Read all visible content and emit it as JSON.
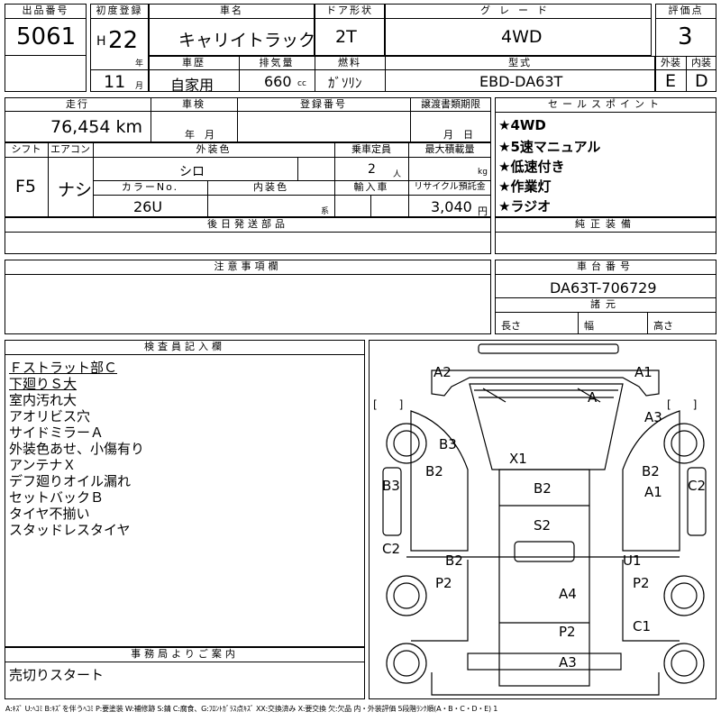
{
  "header": {
    "lot_label": "出品番号",
    "lot": "5061",
    "first_reg_label": "初度登録",
    "era": "H",
    "year": "22",
    "year_unit": "年",
    "month": "11",
    "month_unit": "月",
    "car_name_label": "車名",
    "car_name": "キャリイトラック",
    "door_label": "ドア形状",
    "door": "2T",
    "grade_label": "グレード",
    "grade": "4WD",
    "score_label": "評価点",
    "score": "3",
    "history_label": "車歴",
    "history": "自家用",
    "displacement_label": "排気量",
    "displacement": "660",
    "displacement_unit": "cc",
    "fuel_label": "燃料",
    "fuel": "ｶﾞｿﾘﾝ",
    "model_label": "型式",
    "model": "EBD-DA63T",
    "exterior_label": "外装",
    "exterior": "E",
    "interior_label": "内装",
    "interior": "D"
  },
  "row2": {
    "mileage_label": "走行",
    "mileage": "76,454 km",
    "inspection_label": "車検",
    "inspection_ym": "年　月",
    "reg_no_label": "登録番号",
    "transfer_label": "譲渡書類期限",
    "transfer_md": "月　日"
  },
  "row3": {
    "shift_label": "シフト",
    "shift": "F5",
    "ac_label": "エアコン",
    "ac": "ナシ",
    "color_label": "外装色",
    "color": "シロ",
    "capacity_label": "乗車定員",
    "capacity": "2",
    "capacity_unit": "人",
    "load_label": "最大積載量",
    "load_unit": "kg",
    "color_no_label": "カラーNo.",
    "color_no": "26U",
    "interior_color_label": "内装色",
    "interior_color_unit": "系",
    "import_label": "輸入車",
    "recycle_label": "リサイクル預託金",
    "recycle": "3,040",
    "recycle_unit": "円"
  },
  "sales_points": {
    "label": "セールスポイント",
    "items": [
      "★4WD",
      "★5速マニュアル",
      "★低速付き",
      "★作業灯",
      "★ラジオ"
    ]
  },
  "later_parts_label": "後日発送部品",
  "genuine_label": "純正装備",
  "caution_label": "注意事項欄",
  "chassis": {
    "label": "車台番号",
    "number": "DA63T-706729",
    "spec_label": "諸元",
    "length_label": "長さ",
    "width_label": "幅",
    "height_label": "高さ"
  },
  "inspector": {
    "label": "検査員記入欄",
    "notes": [
      "Ｆストラット部Ｃ",
      "下廻りＳ大",
      "室内汚れ大",
      "アオリビス穴",
      "サイドミラーＡ",
      "外装色あせ、小傷有り",
      "アンテナＸ",
      "デフ廻りオイル漏れ",
      "セットバックＢ",
      "タイヤ不揃い",
      "スタッドレスタイヤ"
    ]
  },
  "office": {
    "label": "事務局よりご案内",
    "text": "売切りスタート"
  },
  "diagram_marks": {
    "a2": "A2",
    "a1_top": "A1",
    "a_glass": "A",
    "a3_right": "A3",
    "b3_left": "B3",
    "x1": "X1",
    "b2_left": "B2",
    "b2_right": "B2",
    "b3_side": "B3",
    "b2_center": "B2",
    "a1_right": "A1",
    "c2_right": "C2",
    "s2": "S2",
    "c2_left": "C2",
    "b2_floor": "B2",
    "u1": "U1",
    "p2_left": "P2",
    "a4": "A4",
    "p2_right": "P2",
    "c1": "C1",
    "p2_bottom": "P2",
    "a3_bottom": "A3",
    "bracket_l": "[　　]",
    "bracket_r": "[　　]"
  },
  "legend": "A:ｷｽﾞ U:ﾍｺﾐ B:ｷｽﾞを伴うﾍｺﾐ P:要塗装 W:補修跡 S:錆 C:腐食、G:ﾌﾛﾝﾄｶﾞﾗｽ点ｷｽﾞ XX:交換済み X:要交換 欠:欠品 内・外装評価 5段階ﾗﾝｸ順(A・B・C・D・E) 1"
}
